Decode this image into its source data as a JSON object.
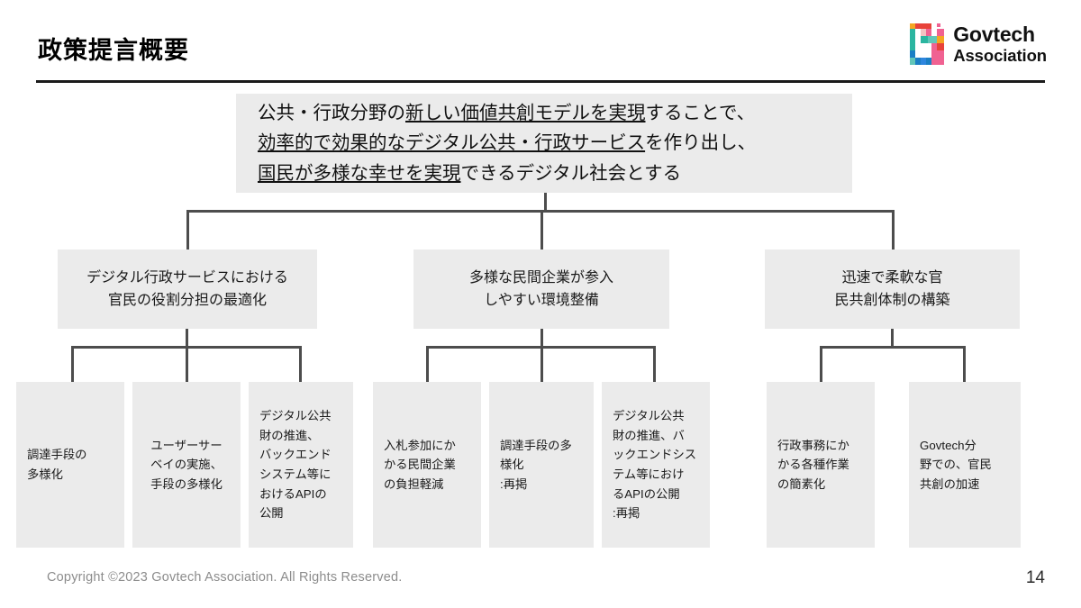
{
  "slide": {
    "title": "政策提言概要",
    "page_number": "14",
    "copyright": "Copyright ©2023 Govtech Association. All Rights Reserved.",
    "background_color": "#ffffff",
    "box_fill": "#ebebeb",
    "connector_color": "#4d4d4d"
  },
  "logo": {
    "line1": "Govtech",
    "line2": "Association",
    "mark_colors": [
      "#e8423a",
      "#f06292",
      "#f5a623",
      "#2bb5a0",
      "#1b7fc4",
      "#2e86de",
      "#f4c2c2",
      "#62c6b8"
    ]
  },
  "root": {
    "line1_plain_a": "公共・行政分野の",
    "line1_underlined": "新しい価値共創モデルを実現",
    "line1_plain_b": "することで、",
    "line2_underlined": "効率的で効果的なデジタル公共・行政サービス",
    "line2_plain_b": "を作り出し、",
    "line3_underlined": "国民が多様な幸せを実現",
    "line3_plain_b": "できるデジタル社会とする"
  },
  "mid_boxes": [
    {
      "line1": "デジタル行政サービスにおける",
      "line2": "官民の役割分担の最適化"
    },
    {
      "line1": "多様な民間企業が参入",
      "line2": "しやすい環境整備"
    },
    {
      "line1": "迅速で柔軟な官",
      "line2": "民共創体制の構築"
    }
  ],
  "leaf_boxes": [
    {
      "text": "調達手段の\n多様化",
      "align": "left",
      "group": 1
    },
    {
      "text": "ユーザーサー\nベイの実施、\n手段の多様化",
      "align": "center",
      "group": 1
    },
    {
      "text": "デジタル公共\n財の推進、\nバックエンド\nシステム等に\nおけるAPIの\n公開",
      "align": "left",
      "group": 1
    },
    {
      "text": "入札参加にか\nかる民間企業\nの負担軽減",
      "align": "left",
      "group": 2
    },
    {
      "text": "調達手段の多\n様化\n:再掲",
      "align": "left",
      "group": 2
    },
    {
      "text": "デジタル公共\n財の推進、バ\nックエンドシス\nテム等におけ\nるAPIの公開\n:再掲",
      "align": "left",
      "group": 2
    },
    {
      "text": "行政事務にか\nかる各種作業\nの簡素化",
      "align": "left",
      "group": 3
    },
    {
      "text": "Govtech分\n野での、官民\n共創の加速",
      "align": "left",
      "group": 3
    }
  ]
}
